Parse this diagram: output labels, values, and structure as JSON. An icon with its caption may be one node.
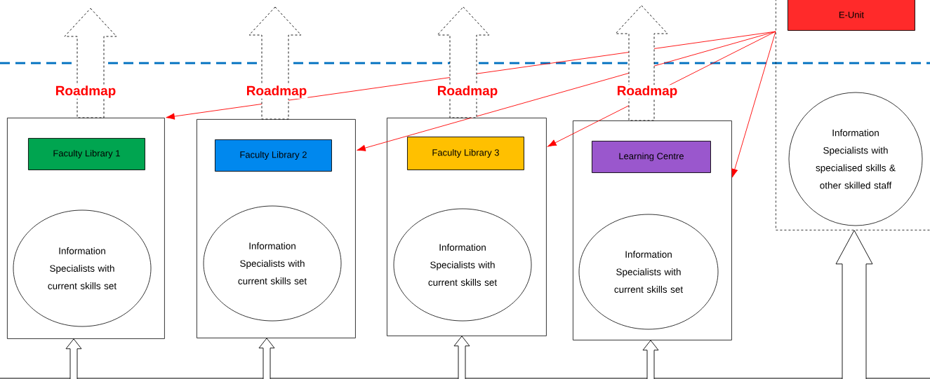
{
  "diagram": {
    "nodes": [
      {
        "text": [],
        "shape": "box"
      },
      {
        "text": [
          "Faculty Library 1"
        ],
        "in": 0
      },
      {
        "text": [
          "Information Specialists with current skills set"
        ],
        "in": 0
      },
      {
        "text": [],
        "shape": "box"
      },
      {
        "text": [
          "Faculty Library 2"
        ],
        "in": 3
      },
      {
        "text": [
          "Information Specialists with current skills set"
        ],
        "in": 3
      },
      {
        "text": [],
        "shape": "box"
      },
      {
        "text": [
          "Faculty Library 3"
        ],
        "in": 6
      },
      {
        "text": [
          "Information Specialists with current skills set"
        ],
        "in": 6
      },
      {
        "text": [],
        "shape": "box"
      },
      {
        "text": [
          "Learning Centre"
        ],
        "in": 9
      },
      {
        "text": [
          "Information Specialists with current skills set"
        ],
        "in": 9
      },
      {
        "text": [],
        "shape": "box"
      },
      {
        "text": [
          "E-Unit"
        ],
        "in": 12
      },
      {
        "text": [
          "Information Specialists with specialised skills & other skilled staff"
        ],
        "in": 12
      }
    ],
    "edges": [
      {
        "from": 12,
        "to": 0,
        "arrow": "to",
        "color": "#ff0000"
      },
      {
        "from": 12,
        "to": 3,
        "arrow": "to",
        "color": "#ff0000"
      },
      {
        "from": 12,
        "to": 6,
        "arrow": "to",
        "color": "#ff0000"
      },
      {
        "from": 12,
        "to": 9,
        "arrow": "to",
        "color": "#ff0000"
      },
      {
        "from": 0,
        "to": null,
        "arrow": "to",
        "style": "dashed"
      },
      {
        "from": 3,
        "to": null,
        "arrow": "to",
        "style": "dashed"
      },
      {
        "from": 6,
        "to": null,
        "arrow": "to",
        "style": "dashed"
      },
      {
        "from": 9,
        "to": null,
        "arrow": "to",
        "style": "dashed"
      },
      {
        "from": null,
        "to": 0,
        "arrow": "to"
      },
      {
        "from": null,
        "to": 3,
        "arrow": "to"
      },
      {
        "from": null,
        "to": 6,
        "arrow": "to"
      },
      {
        "from": null,
        "to": 9,
        "arrow": "to"
      },
      {
        "from": null,
        "to": 12,
        "arrow": "to"
      }
    ],
    "labels": [
      "Roadmap",
      "Roadmap",
      "Roadmap",
      "Roadmap"
    ]
  }
}
